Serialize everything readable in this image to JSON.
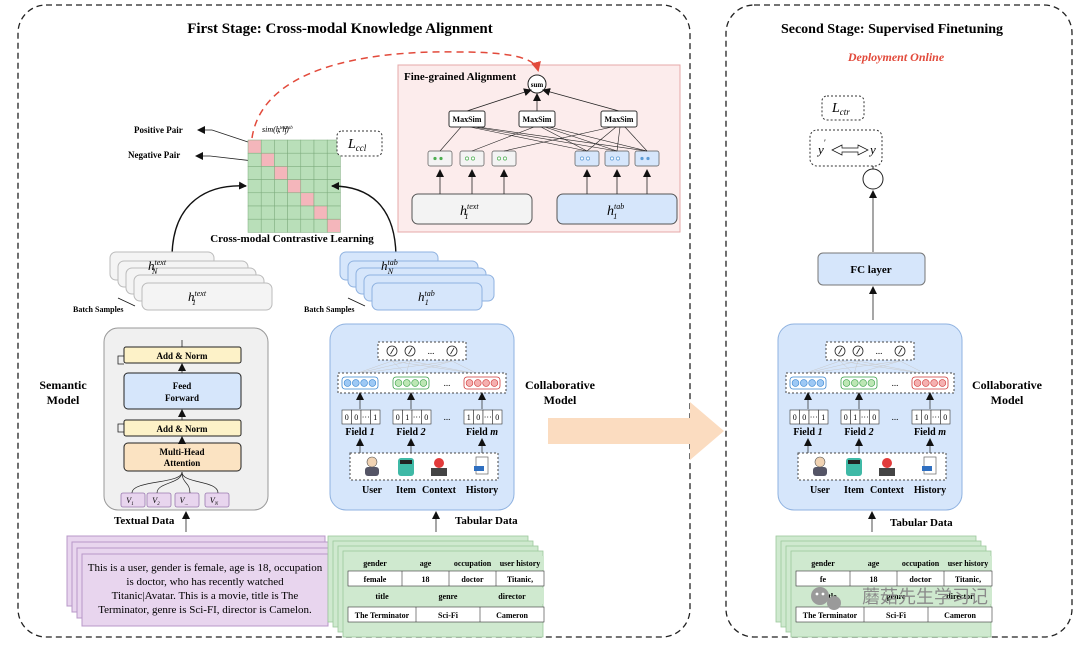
{
  "stage1": {
    "title": "First Stage: Cross-modal Knowledge Alignment",
    "fine_grained": {
      "title": "Fine-grained Alignment",
      "sum": "sum",
      "maxsim": [
        "MaxSim",
        "MaxSim",
        "MaxSim"
      ],
      "h_text": "h",
      "h_text_sup": "text",
      "h_text_sub": "1",
      "h_tab": "h",
      "h_tab_sup": "tab",
      "h_tab_sub": "1"
    },
    "contrastive": {
      "positive": "Positive Pair",
      "negative": "Negative Pair",
      "sim": "sim(h",
      "sim_tail": ", h",
      "sim_i": "i",
      "sim_j": "j",
      "sim_text": "text",
      "sim_tab": "tab",
      "loss_main": "L",
      "loss_sub": "ccl",
      "caption": "Cross-modal Contrastive  Learning"
    },
    "text_stack": {
      "top_main": "h",
      "top_sup": "text",
      "top_sub": "N",
      "bottom_main": "h",
      "bottom_sup": "text",
      "bottom_sub": "1",
      "batch": "Batch Samples"
    },
    "tab_stack": {
      "top_main": "h",
      "top_sup": "tab",
      "top_sub": "N",
      "bottom_main": "h",
      "bottom_sup": "tab",
      "bottom_sub": "1",
      "batch": "Batch Samples"
    },
    "dots": "...........",
    "semantic_model": {
      "label_1": "Semantic",
      "label_2": "Model",
      "add_norm_top": "Add & Norm",
      "feed_1": "Feed",
      "feed_2": "Forward",
      "add_norm_bottom": "Add & Norm",
      "attn_1": "Multi-Head",
      "attn_2": "Attention",
      "tokens": [
        "V",
        "V",
        "V",
        "V"
      ],
      "token_subs": [
        "1",
        "2",
        "...",
        "N"
      ]
    },
    "collab_model": {
      "label_1": "Collaborative",
      "label_2": "Model",
      "fields": [
        "Field ",
        "Field ",
        "Field "
      ],
      "field_ids": [
        "1",
        "2",
        "m"
      ],
      "onehot": [
        "0 0 ··· 1",
        "0 1 ··· 0",
        "1 0 ··· 0"
      ],
      "ellipsis": "...",
      "icons": [
        "User",
        "Item",
        "Context",
        "History"
      ]
    },
    "textual_data": {
      "label": "Textual Data",
      "lines": [
        "This is a user, gender is female, age is 18,  occupation",
        "is doctor, who has recently watched",
        "Titanic|Avatar. This is a movie, title is The",
        "Terminator,    genre is Sci-FI, director is Camelon."
      ]
    },
    "tabular_data": {
      "label": "Tabular Data",
      "header1": [
        "gender",
        "age",
        "occupation",
        "user history"
      ],
      "row1": [
        "female",
        "18",
        "doctor",
        "Titanic,"
      ],
      "header2": [
        "title",
        "genre",
        "director"
      ],
      "row2": [
        "The Terminator",
        "Sci-Fi",
        "Cameron"
      ]
    }
  },
  "stage2": {
    "title": "Second Stage: Supervised Finetuning",
    "subtitle": "Deployment Online",
    "loss_main": "L",
    "loss_sub": "ctr",
    "pred": "y",
    "label": "y",
    "fc": "FC layer",
    "collab_label_1": "Collaborative",
    "collab_label_2": "Model",
    "fields": [
      "Field ",
      "Field ",
      "Field "
    ],
    "field_ids": [
      "1",
      "2",
      "m"
    ],
    "onehot": [
      "0 0 ··· 1",
      "0 1 ··· 0",
      "1 0 ··· 0"
    ],
    "ellipsis": "...",
    "icons": [
      "User",
      "Item",
      "Context",
      "History"
    ],
    "tabular_label": "Tabular Data",
    "header1": [
      "gender",
      "age",
      "occupation",
      "user history"
    ],
    "row1": [
      "fe",
      "18",
      "doctor",
      "Titanic,"
    ],
    "header2": [
      "title",
      "genre",
      "director"
    ],
    "row2": [
      "The Terminator",
      "Sci-Fi",
      "Cameron"
    ],
    "watermark": "蘑菇先生学习记"
  },
  "colors": {
    "green_cell": "#b9dfb9",
    "pink_cell": "#f4b6bb",
    "blue_box": "#d6e6fb",
    "gray_box": "#f2f2f2",
    "orange_box": "#fbe3c2",
    "yellow_box": "#fdf2c8",
    "purple_box": "#e8d5ee",
    "dash_red": "#e24a3b",
    "arrow_fill": "#fbdcc0"
  }
}
